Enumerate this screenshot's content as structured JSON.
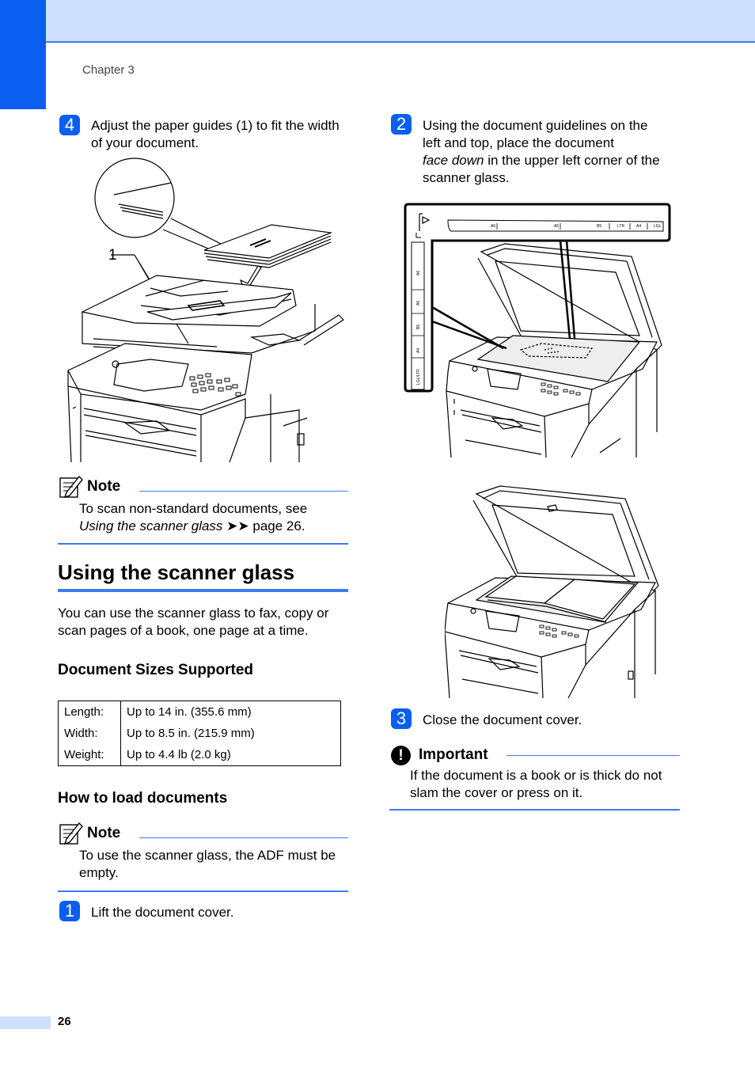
{
  "header": {
    "chapter": "Chapter 3"
  },
  "footer": {
    "page_number": "26"
  },
  "left": {
    "step4": {
      "num": "4",
      "text": "Adjust the paper guides (1) to fit the width of your document."
    },
    "callout_label": "1",
    "note1": {
      "title": "Note",
      "line1": "To scan non-standard documents, see",
      "ref_italic": "Using the scanner glass",
      "ref_arrows": "➤➤",
      "ref_page": " page 26."
    },
    "section_title": "Using the scanner glass",
    "intro": "You can use the scanner glass to fax, copy or scan pages of a book, one page at a time.",
    "sizes_heading": "Document Sizes Supported",
    "sizes": [
      {
        "label": "Length:",
        "value": "Up to 14 in. (355.6 mm)"
      },
      {
        "label": "Width:",
        "value": "Up to 8.5 in. (215.9 mm)"
      },
      {
        "label": "Weight:",
        "value": "Up to 4.4 lb (2.0 kg)"
      }
    ],
    "load_heading": "How to load documents",
    "note2": {
      "title": "Note",
      "text": "To use the scanner glass, the ADF must be empty."
    },
    "step1": {
      "num": "1",
      "text": "Lift the document cover."
    }
  },
  "right": {
    "step2": {
      "num": "2",
      "line1": "Using the document guidelines on the",
      "line2": "left and top, place the document",
      "italic": "face down",
      "line3_rest": " in the upper left corner of the",
      "line4": "scanner glass."
    },
    "guide_labels": {
      "top": [
        "A6",
        "A5",
        "B5",
        "LTR",
        "A4",
        "LGL"
      ],
      "left": [
        "A6",
        "A5",
        "B5",
        "A4",
        "LGL/LTR"
      ]
    },
    "step3": {
      "num": "3",
      "text": "Close the document cover."
    },
    "important": {
      "icon": "!",
      "title": "Important",
      "text": "If the document is a book or is thick do not slam the cover or press on it."
    }
  }
}
